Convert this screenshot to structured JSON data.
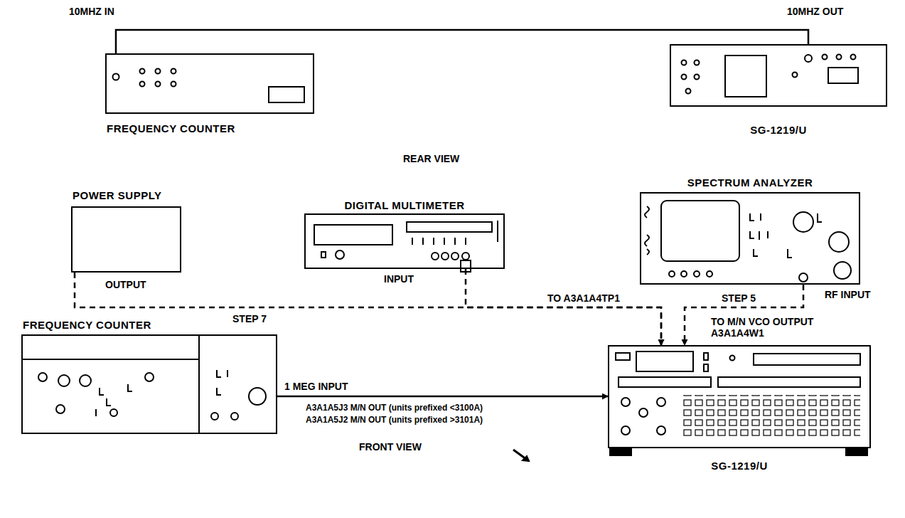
{
  "diagram": {
    "nodes": [
      {
        "text": [
          "FREQUENCY COUNTER"
        ]
      },
      {
        "text": [
          "SG-1219/U"
        ]
      },
      {
        "text": [
          "POWER SUPPLY"
        ]
      },
      {
        "text": [
          "DIGITAL MULTIMETER"
        ]
      },
      {
        "text": [
          "SPECTRUM ANALYZER"
        ]
      },
      {
        "text": [
          "FREQUENCY COUNTER"
        ]
      },
      {
        "text": [
          "SG-1219/U"
        ]
      }
    ],
    "edges": [
      {
        "from": 0,
        "to": 1,
        "arrow": "none"
      },
      {
        "from": 2,
        "to": 6,
        "arrow": "to"
      },
      {
        "from": 3,
        "to": 6,
        "arrow": "to"
      },
      {
        "from": 4,
        "to": 6,
        "arrow": "to"
      },
      {
        "from": 5,
        "to": 6,
        "arrow": "to"
      }
    ],
    "labels": [
      "10MHZ IN",
      "10MHZ OUT",
      "REAR VIEW",
      "OUTPUT",
      "INPUT",
      "STEP 7",
      "TO A3A1A4TP1",
      "STEP 5",
      "RF INPUT",
      "TO M/N VCO OUTPUT A3A1A4W1",
      "1 MEG INPUT",
      "A3A1A5J3 M/N OUT (units prefixed <3100A)",
      "A3A1A5J2 M/N OUT (units prefixed >3101A)",
      "FRONT VIEW"
    ]
  }
}
